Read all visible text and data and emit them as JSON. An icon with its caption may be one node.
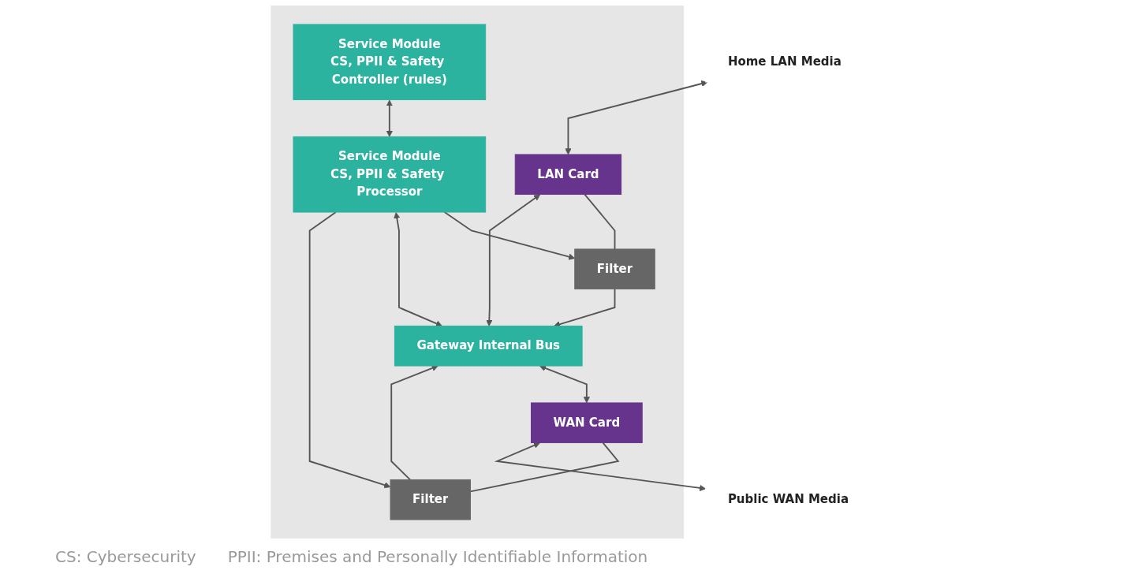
{
  "diagram": {
    "nodes": [
      {
        "text": [],
        "shape": "box"
      },
      {
        "text": [
          "Home LAN Media"
        ]
      },
      {
        "text": [
          "LAN Card"
        ],
        "in": 0
      },
      {
        "text": [
          "Filter"
        ],
        "in": 0
      },
      {
        "text": [
          "Service Module",
          "CS, PPII & Safety Controller (rules)"
        ],
        "in": 0
      },
      {
        "text": [
          "Service Module",
          "CS, PPII & Safety Processor"
        ],
        "in": 0
      },
      {
        "text": [
          "Gateway Internal Bus"
        ],
        "in": 0
      },
      {
        "text": [
          "Filter"
        ],
        "in": 0
      },
      {
        "text": [
          "WAN Card"
        ],
        "in": 0
      },
      {
        "text": [
          "Public WAN Media"
        ]
      }
    ],
    "edges": [
      {
        "from": 1,
        "to": 2,
        "arrow": "both"
      },
      {
        "from": 2,
        "to": 3,
        "arrow": "none"
      },
      {
        "from": 3,
        "to": 6,
        "arrow": "to"
      },
      {
        "from": 2,
        "to": 6,
        "arrow": "both"
      },
      {
        "from": 5,
        "to": 3,
        "arrow": "to"
      },
      {
        "from": 4,
        "to": 5,
        "arrow": "both"
      },
      {
        "from": 5,
        "to": 6,
        "arrow": "both"
      },
      {
        "from": 5,
        "to": 7,
        "arrow": "to"
      },
      {
        "from": 8,
        "to": 7,
        "arrow": "none"
      },
      {
        "from": 7,
        "to": 6,
        "arrow": "to"
      },
      {
        "from": 6,
        "to": 8,
        "arrow": "both"
      },
      {
        "from": 8,
        "to": 9,
        "arrow": "both"
      }
    ],
    "labels": [
      "CS: Cybersecurity",
      "PPII: Premises and Personally Identifiable Information"
    ]
  }
}
